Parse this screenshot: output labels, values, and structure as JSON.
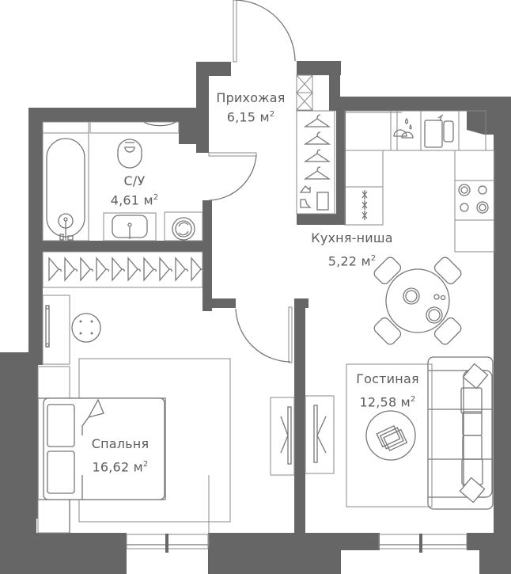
{
  "plan": {
    "wall_color": "#666666",
    "line_color": "#777777",
    "background": "#ffffff",
    "rooms": [
      {
        "id": "hallway",
        "name": "Прихожая",
        "area": "6,15",
        "unit": "м",
        "unit_power": "2"
      },
      {
        "id": "bathroom",
        "name": "С/У",
        "area": "4,61",
        "unit": "м",
        "unit_power": "2"
      },
      {
        "id": "kitchen",
        "name": "Кухня-ниша",
        "area": "5,22",
        "unit": "м",
        "unit_power": "2"
      },
      {
        "id": "living",
        "name": "Гостиная",
        "area": "12,58",
        "unit": "м",
        "unit_power": "2"
      },
      {
        "id": "bedroom",
        "name": "Спальня",
        "area": "16,62",
        "unit": "м",
        "unit_power": "2"
      }
    ],
    "icons": [
      "bathtub-icon",
      "toilet-icon",
      "washbasin-icon",
      "washing-machine-icon",
      "wardrobe-hangers-icon",
      "kitchen-sink-icon",
      "dishwasher-icon",
      "stove-icon",
      "freezer-icon",
      "dining-table-icon",
      "sofa-icon",
      "bed-icon",
      "coffee-table-icon",
      "door-icon",
      "window-icon"
    ]
  }
}
